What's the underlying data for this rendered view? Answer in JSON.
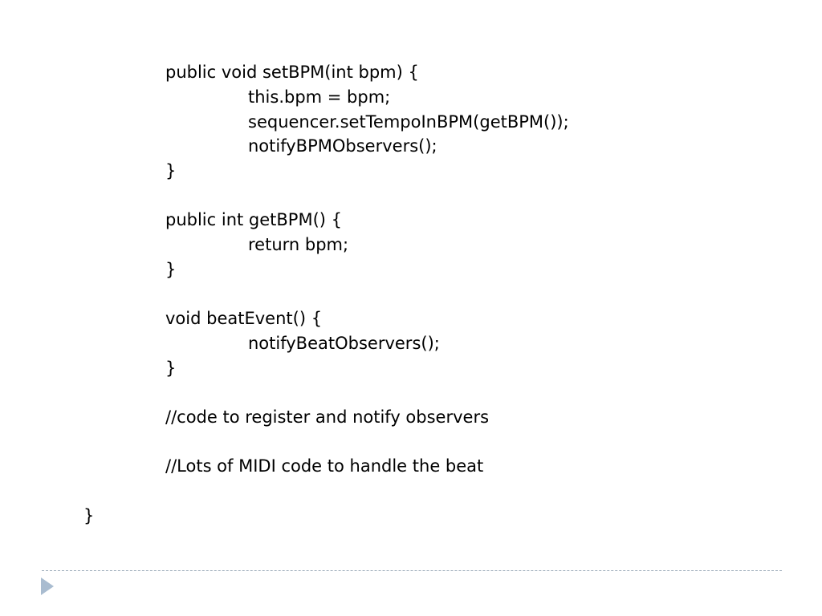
{
  "code": {
    "lines": [
      "public void setBPM(int bpm) {",
      "this.bpm = bpm;",
      "sequencer.setTempoInBPM(getBPM());",
      "notifyBPMObservers();",
      "}",
      "public int getBPM() {",
      "return bpm;",
      "}",
      "void beatEvent() {",
      "notifyBeatObservers();",
      "}",
      "//code to register and notify observers",
      "//Lots of MIDI code to handle the beat",
      "}"
    ]
  },
  "footer": {
    "rule_color": "#9aa9b8",
    "arrow_color": "#a9bcd0",
    "arrow_icon": "triangle-right-icon"
  }
}
